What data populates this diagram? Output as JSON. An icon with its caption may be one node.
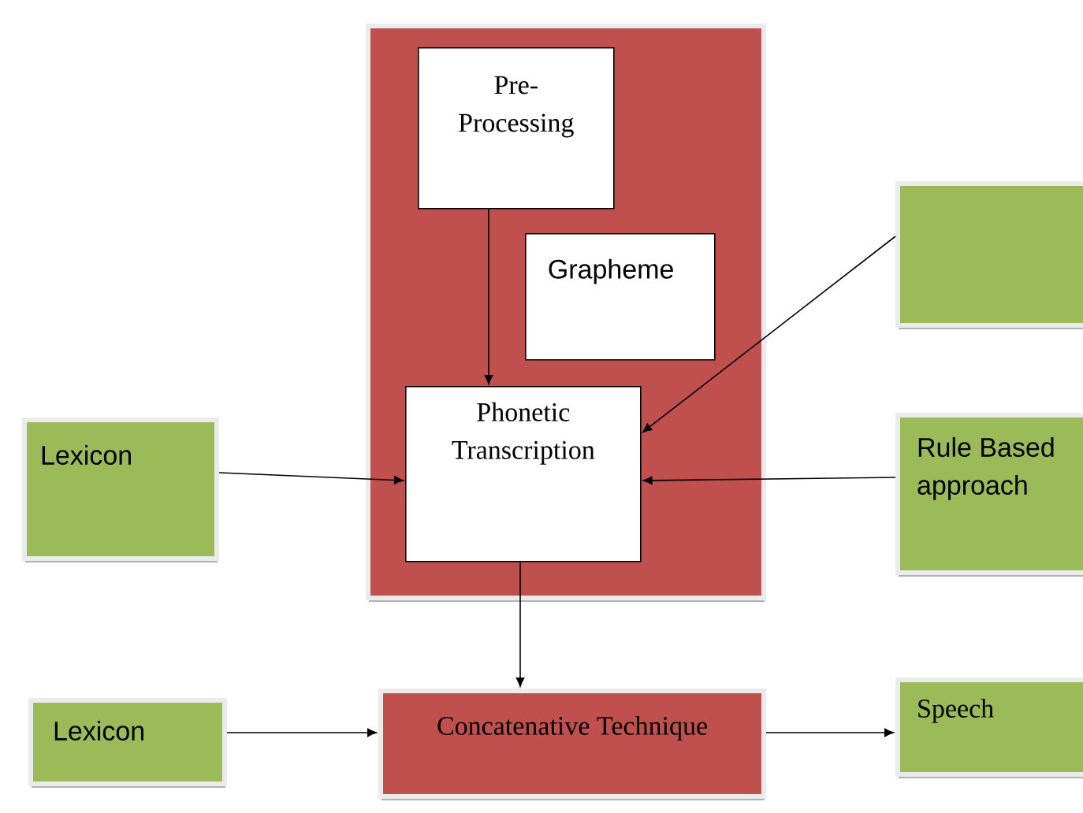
{
  "diagram": {
    "nodes": [
      {
        "text": [],
        "shape": "box"
      },
      {
        "text": [
          "Pre-Processing"
        ],
        "in": 0
      },
      {
        "text": [
          "Grapheme"
        ],
        "in": 0
      },
      {
        "text": [
          "Phonetic Transcription"
        ],
        "in": 0
      },
      {
        "text": [],
        "shape": "box"
      },
      {
        "text": [
          "Lexicon"
        ]
      },
      {
        "text": [
          "Rule Based approach"
        ]
      },
      {
        "text": [
          "Lexicon"
        ]
      },
      {
        "text": [
          "Concatenative Technique"
        ]
      },
      {
        "text": [
          "Speech"
        ]
      }
    ],
    "edges": [
      {
        "from": 1,
        "to": 3,
        "arrow": "to"
      },
      {
        "from": 4,
        "to": 3,
        "arrow": "to"
      },
      {
        "from": 5,
        "to": 3,
        "arrow": "to"
      },
      {
        "from": 6,
        "to": 3,
        "arrow": "to"
      },
      {
        "from": 3,
        "to": 8,
        "arrow": "to"
      },
      {
        "from": 7,
        "to": 8,
        "arrow": "to"
      },
      {
        "from": 8,
        "to": 9,
        "arrow": "to"
      }
    ]
  }
}
